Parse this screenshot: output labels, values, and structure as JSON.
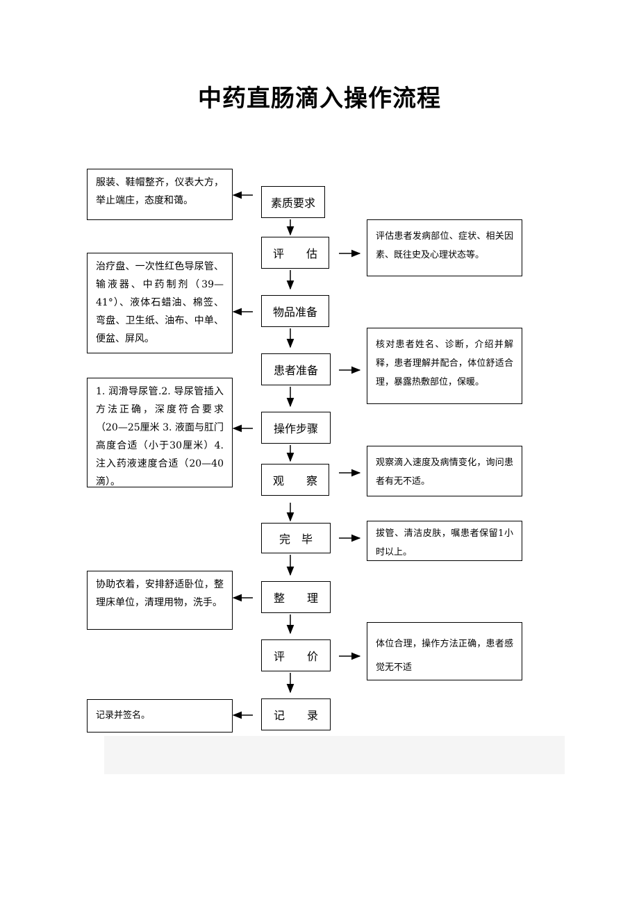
{
  "title": "中药直肠滴入操作流程",
  "steps": [
    {
      "label": "素质要求"
    },
    {
      "label": "评　　估"
    },
    {
      "label": "物品准备"
    },
    {
      "label": "患者准备"
    },
    {
      "label": "操作步骤"
    },
    {
      "label": "观　　察"
    },
    {
      "label": "完　毕"
    },
    {
      "label": "整　　理"
    },
    {
      "label": "评　　价"
    },
    {
      "label": "记　　录"
    }
  ],
  "left_notes": [
    {
      "text": "服装、鞋帽整齐，仪表大方，举止端庄，态度和蔼。"
    },
    {
      "text": "治疗盘、一次性红色导尿管、输液器、中药制剂（39—41°）、液体石蜡油、棉签、弯盘、卫生纸、油布、中单、便盆、屏风。"
    },
    {
      "text": "1. 润滑导尿管.2. 导尿管插入方法正确，深度符合要求（20—25厘米 3. 液面与肛门高度合适（小于30厘米）4. 注入药液速度合适（20—40滴）。"
    },
    {
      "text": "协助衣着，安排舒适卧位，整理床单位，清理用物，洗手。"
    },
    {
      "text": "记录并签名。"
    }
  ],
  "right_notes": [
    {
      "text": "评估患者发病部位、症状、相关因素、既往史及心理状态等。"
    },
    {
      "text": "核对患者姓名、诊断，介绍并解释，患者理解并配合，体位舒适合理，暴露热敷部位，保暖。"
    },
    {
      "text": "观察滴入速度及病情变化，询问患者有无不适。"
    },
    {
      "text": "拔管、清洁皮肤，嘱患者保留1小时以上。"
    },
    {
      "text": "体位合理，操作方法正确，患者感觉无不适"
    }
  ]
}
